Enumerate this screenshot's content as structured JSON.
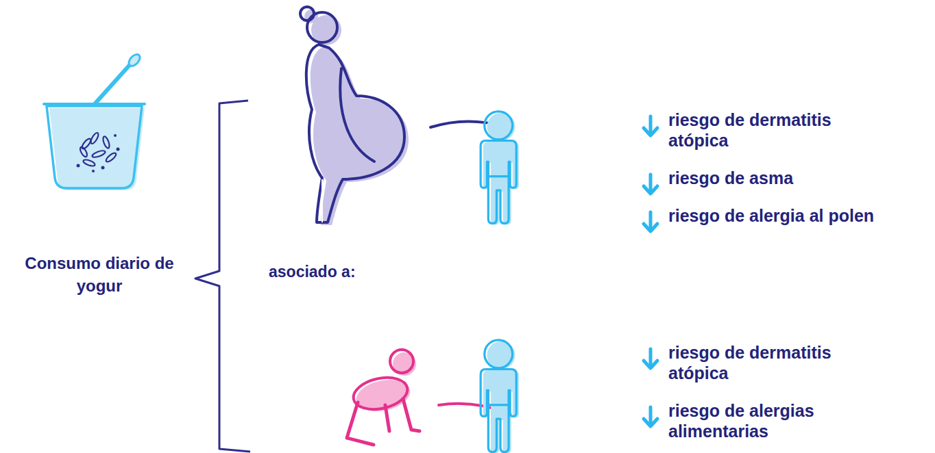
{
  "diagram": {
    "nodes": [
      {
        "text": [
          "Consumo diario de yogur"
        ]
      },
      {
        "text": [
          "riesgo de dermatitis atópica",
          "riesgo de asma",
          "riesgo de alergia al polen"
        ]
      },
      {
        "text": [
          "riesgo de dermatitis atópica",
          "riesgo de alergias alimentarias"
        ]
      }
    ],
    "labels": [
      "asociado a:"
    ]
  }
}
